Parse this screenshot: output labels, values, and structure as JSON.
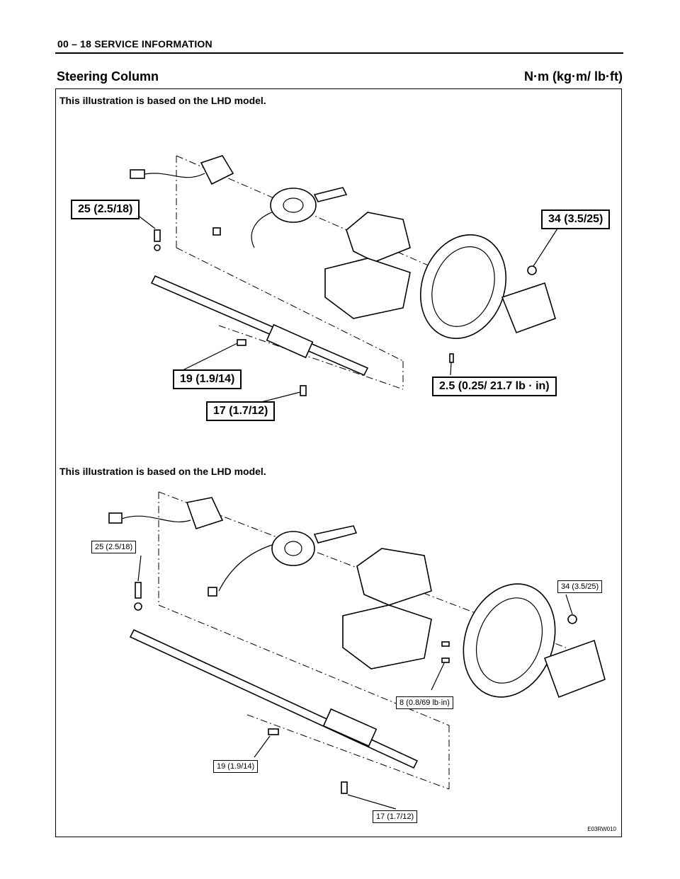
{
  "page": {
    "header": "00 – 18  SERVICE INFORMATION",
    "section_title": "Steering Column",
    "units": "N·m (kg·m/ lb·ft)",
    "figure_code": "E03RW010"
  },
  "diagrams": [
    {
      "note": "This illustration is based on the LHD model.",
      "labels": {
        "tl": "25 (2.5/18)",
        "tr": "34 (3.5/25)",
        "ml": "19 (1.9/14)",
        "bl": "17 (1.7/12)",
        "br": "2.5 (0.25/ 21.7 lb · in)"
      }
    },
    {
      "note": "This illustration is based on the LHD model.",
      "labels": {
        "tl": "25 (2.5/18)",
        "tr": "34 (3.5/25)",
        "mr": "8 (0.8/69 lb·in)",
        "ml": "19 (1.9/14)",
        "bl": "17 (1.7/12)"
      }
    }
  ]
}
